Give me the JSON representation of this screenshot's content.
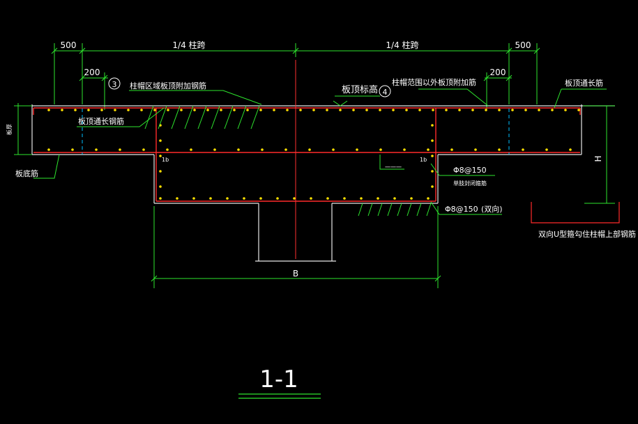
{
  "colors": {
    "background": "#000000",
    "dimension": "#2ee62e",
    "concrete": "#e8e8e8",
    "rebar": "#ff2a2a",
    "bar_dot": "#ffe000",
    "centerline": "#ff3030",
    "leader": "#2ee62e",
    "hidden": "#00bfff",
    "text": "#ffffff",
    "title": "#ffffff"
  },
  "dimensions": {
    "left_end": "500",
    "left_quarter": "1/4 柱跨",
    "right_quarter": "1/4 柱跨",
    "right_end": "500",
    "left_200": "200",
    "right_200": "200",
    "slab_thickness": "板厚",
    "cap_height": "H",
    "cap_width": "B"
  },
  "callouts": {
    "c3_number": "3",
    "c3_text": "柱帽区域板顶附加钢筋",
    "c4_number": "4",
    "c4_text": "柱帽范围以外板顶附加筋",
    "slab_top_elev": "板顶标高",
    "top_through_right": "板顶通长筋",
    "top_through_left": "板顶通长钢筋",
    "bottom_bar": "板底筋",
    "stirrup_spec_1": "Φ8@150",
    "stirrup_note": "单肢封闭箍筋",
    "stirrup_spec_2": "Φ8@150",
    "bidirectional": "(双向)",
    "bracket_note": "双向U型箍勾住柱帽上部钢筋",
    "small_left": "1b",
    "small_right": "1b",
    "small_dash": "一一一"
  },
  "title": {
    "section": "1-1"
  }
}
